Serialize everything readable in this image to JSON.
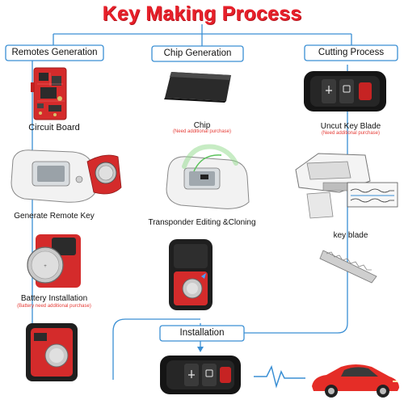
{
  "title": "Key Making Process",
  "columns": {
    "remotes": {
      "header": "Remotes Generation",
      "steps": [
        {
          "label": "Circuit Board"
        },
        {
          "label": "Generate Remote Key"
        },
        {
          "label": "Battery Installation",
          "note": "(Battery need additional purchase)"
        }
      ]
    },
    "chip": {
      "header": "Chip Generation",
      "steps": [
        {
          "label": "Chip",
          "note": "(Need additional purchase)"
        },
        {
          "label": "Transponder Editing &Cloning"
        }
      ]
    },
    "cutting": {
      "header": "Cutting Process",
      "steps": [
        {
          "label": "Uncut Key  Blade",
          "note": "(Need additional purchase)"
        },
        {
          "label": "key blade"
        }
      ]
    }
  },
  "installation": {
    "label": "Installation"
  },
  "colors": {
    "title_red": "#e8202a",
    "connector_blue": "#3a8fd4",
    "pcb_red": "#d42b2b",
    "note_red": "#e53a34"
  }
}
